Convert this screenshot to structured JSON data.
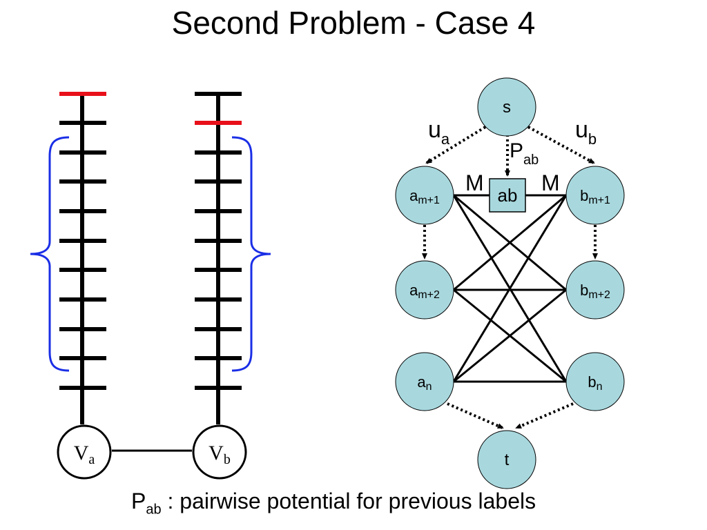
{
  "title": "Second Problem - Case 4",
  "left": {
    "nodes": [
      {
        "main": "V",
        "sub": "a"
      },
      {
        "main": "V",
        "sub": "b"
      }
    ]
  },
  "graph": {
    "source": "s",
    "sink": "t",
    "pairwise_node": "ab",
    "a_nodes": [
      {
        "main": "a",
        "sub": "m+1"
      },
      {
        "main": "a",
        "sub": "m+2"
      },
      {
        "main": "a",
        "sub": "n"
      }
    ],
    "b_nodes": [
      {
        "main": "b",
        "sub": "m+1"
      },
      {
        "main": "b",
        "sub": "m+2"
      },
      {
        "main": "b",
        "sub": "n"
      }
    ],
    "edge_labels": {
      "ua": {
        "main": "u",
        "sub": "a"
      },
      "ub": {
        "main": "u",
        "sub": "b"
      },
      "pab": {
        "main": "P",
        "sub": "ab"
      },
      "m_left": "M",
      "m_right": "M"
    }
  },
  "caption": {
    "main": "P",
    "sub": "ab",
    "text": " : pairwise potential for previous labels"
  },
  "colors": {
    "node_fill": "#a8d8de",
    "highlight_tick": "#e8101a",
    "brace": "#1a2ee6",
    "stroke": "#000000"
  }
}
